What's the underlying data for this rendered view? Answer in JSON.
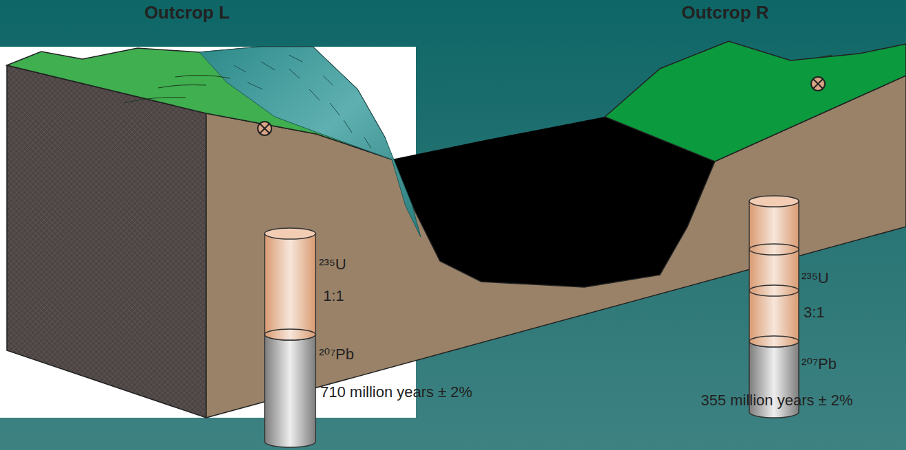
{
  "diagram": {
    "labels": [
      "Outcrop L",
      "Outcrop R",
      "²³⁵U",
      "1:1",
      "²⁰⁷Pb",
      "710 million years ± 2%",
      "²³⁵U",
      "3:1",
      "²⁰⁷Pb",
      "355 million years ± 2%"
    ]
  }
}
